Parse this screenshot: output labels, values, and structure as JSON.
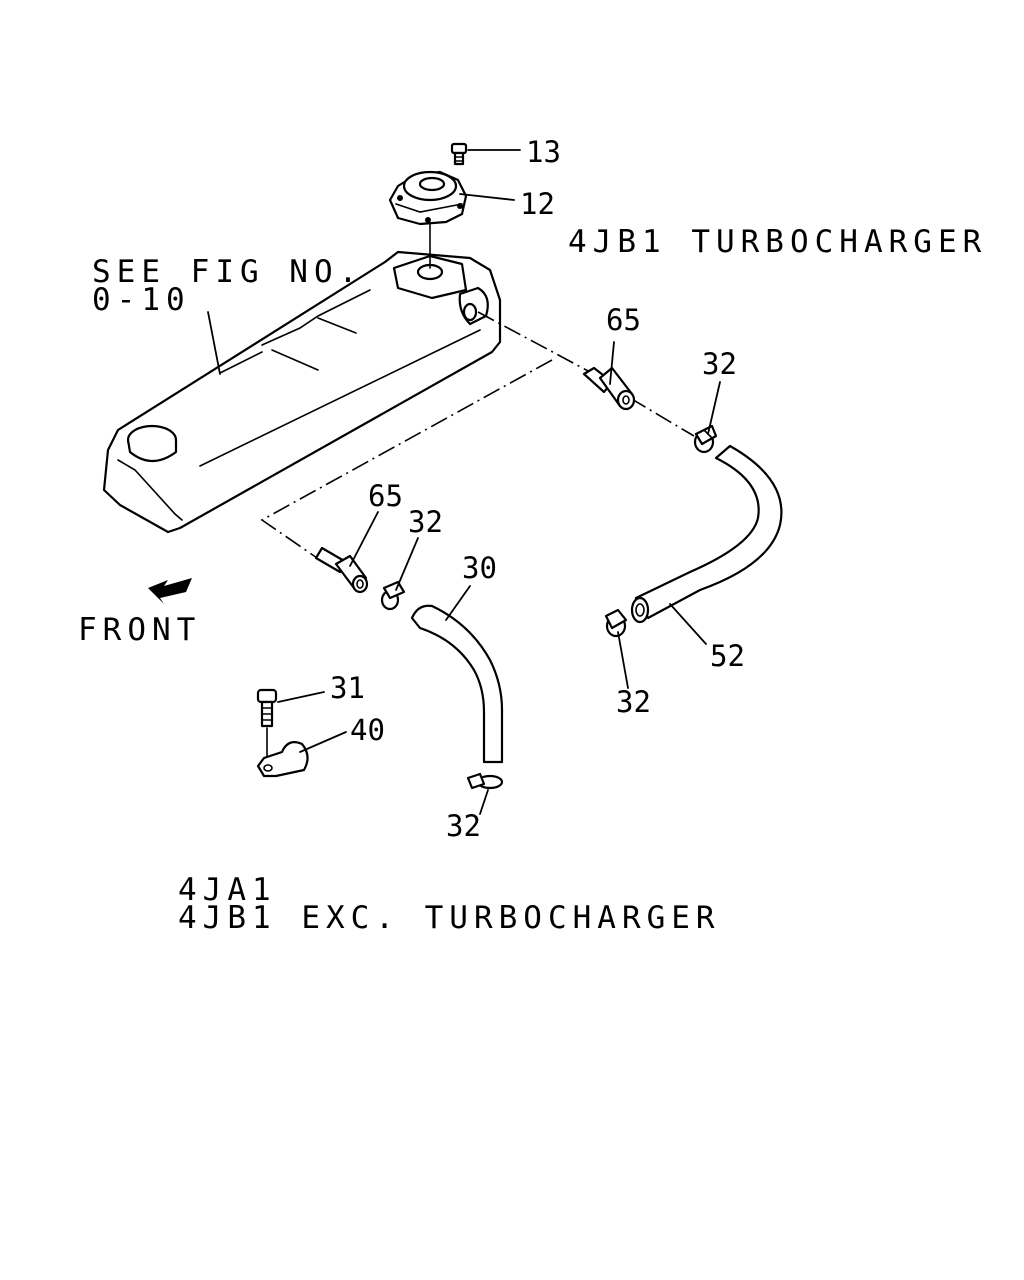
{
  "captions": {
    "see_fig_line1": "SEE FIG NO.",
    "see_fig_line2": "0-10",
    "turbo_caption": "4JB1 TURBOCHARGER",
    "front": "FRONT",
    "exc_line1": "4JA1",
    "exc_line2": "4JB1 EXC. TURBOCHARGER"
  },
  "callouts": {
    "c13": "13",
    "c12": "12",
    "c65_upper": "65",
    "c32_upper_right": "32",
    "c65_lower": "65",
    "c32_mid": "32",
    "c30": "30",
    "c52": "52",
    "c32_lower_right": "32",
    "c31": "31",
    "c40": "40",
    "c32_bottom": "32"
  }
}
